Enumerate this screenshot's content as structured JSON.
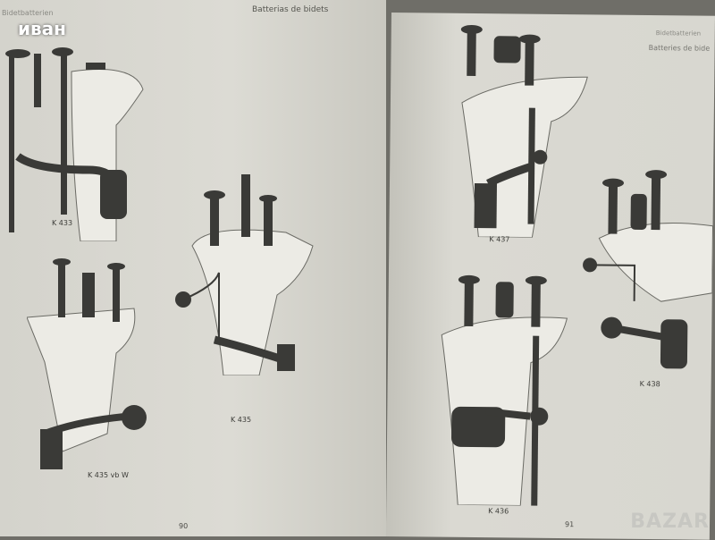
{
  "watermark_user": "иван",
  "watermark_site": "BAZAR",
  "left_page": {
    "header_left": "Bidetbatterien",
    "header_right": "Batterias de bidets",
    "page_number": "90",
    "figures": [
      "K 433",
      "K 435 vb W",
      "K 435"
    ]
  },
  "right_page": {
    "header_line1": "Bidetbatterien",
    "header_line2": "Batteries de bide",
    "page_number": "91",
    "figures": [
      "K 437",
      "K 436",
      "K 438"
    ]
  }
}
